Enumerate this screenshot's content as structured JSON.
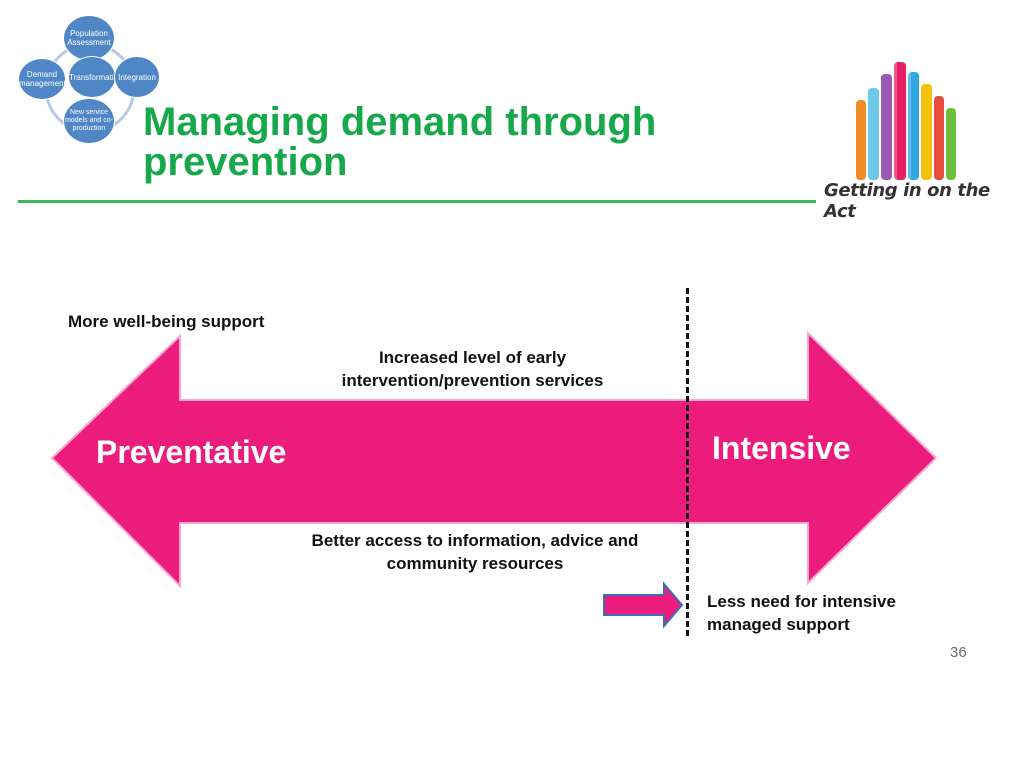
{
  "cycle": {
    "nodes": {
      "population": "Population Assessment",
      "demand": "Demand management",
      "transformation": "Transformation",
      "integration": "Integration",
      "new_models": "New service models and co-production"
    }
  },
  "title": {
    "line1": "Managing demand  through",
    "line2": "prevention"
  },
  "logo": {
    "text": "Getting in on the Act"
  },
  "diagram": {
    "left_end": "Preventative",
    "right_end": "Intensive",
    "top_left_label": "More well-being support",
    "top_center_label_1": "Increased level of early",
    "top_center_label_2": "intervention/prevention services",
    "bottom_center_label_1": "Better access to information, advice and",
    "bottom_center_label_2": "community resources",
    "bottom_right_label_1": "Less need for intensive",
    "bottom_right_label_2": "managed support"
  },
  "colors": {
    "arrow": "#ec1c7d",
    "title": "#17a84b",
    "node": "#4f86c6"
  },
  "page_number": "36"
}
